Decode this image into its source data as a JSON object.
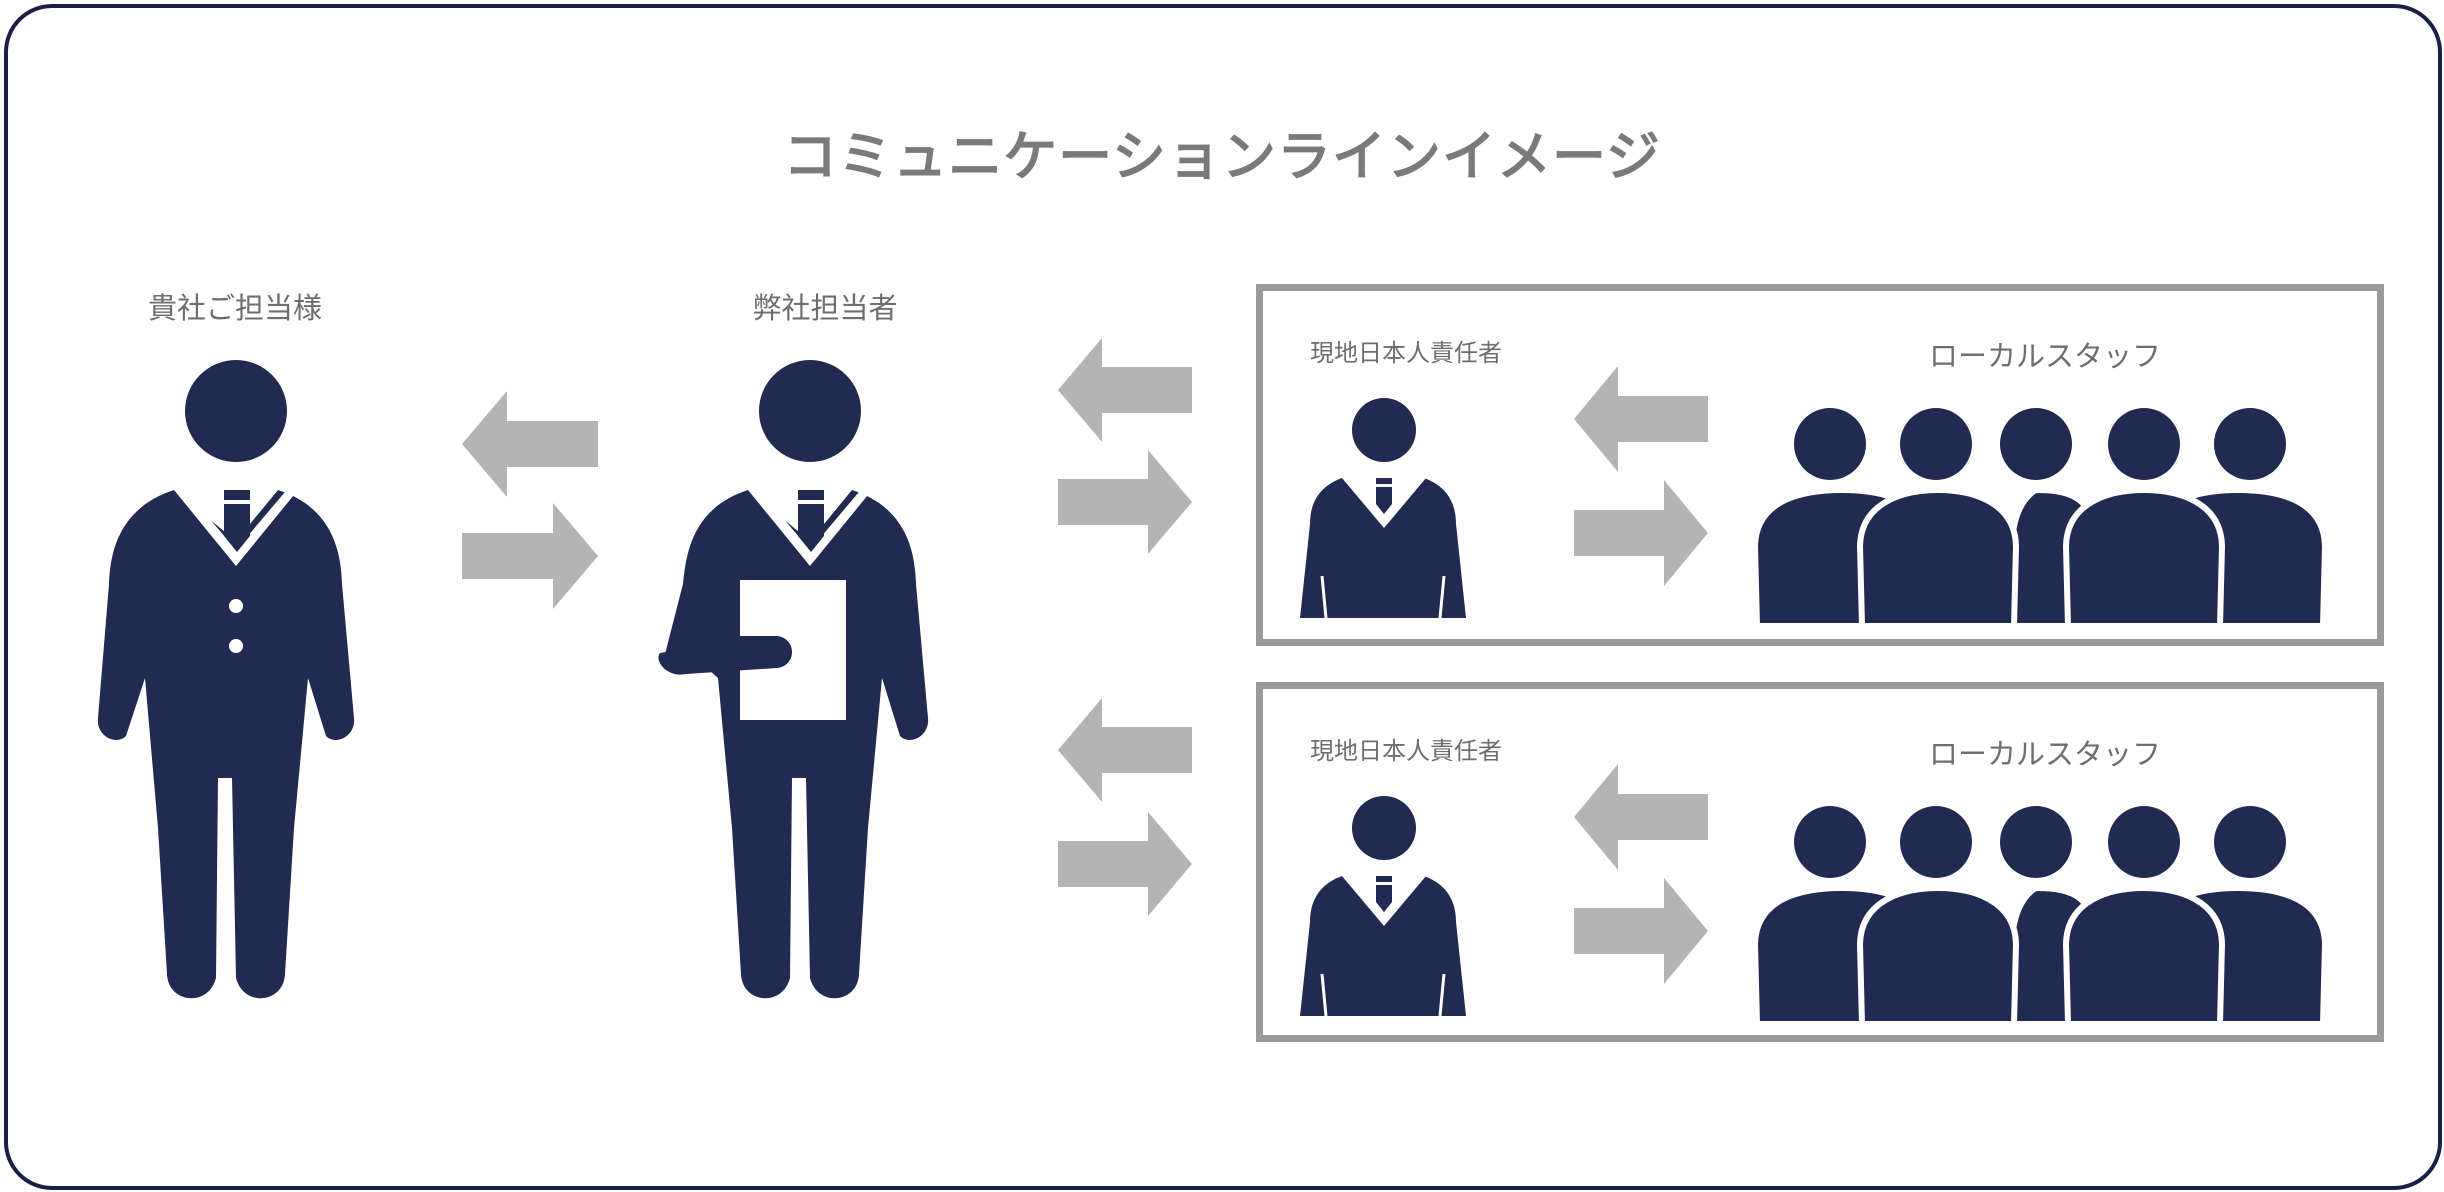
{
  "title": "コミュニケーションラインイメージ",
  "client": {
    "label": "貴社ご担当様"
  },
  "ours": {
    "label": "弊社担当者"
  },
  "groups": [
    {
      "manager_label": "現地日本人責任者",
      "staff_label": "ローカルスタッフ"
    },
    {
      "manager_label": "現地日本人責任者",
      "staff_label": "ローカルスタッフ"
    }
  ],
  "colors": {
    "figure": "#212a50",
    "arrow": "#b4b4b4",
    "border": "#1a1f47",
    "box": "#9a9a9a",
    "text": "#7a7a7a"
  },
  "icons": [
    "person-icon",
    "person-with-document-icon",
    "left-arrow-icon",
    "right-arrow-icon",
    "staff-group-icon"
  ]
}
